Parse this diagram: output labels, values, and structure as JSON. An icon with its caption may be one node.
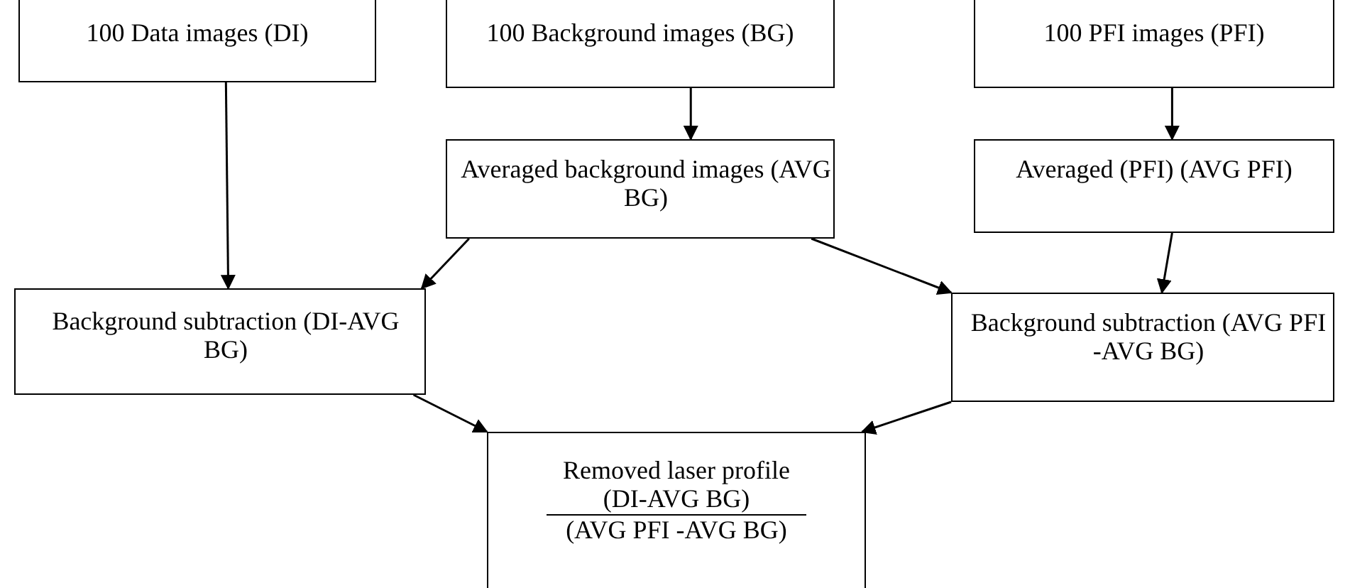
{
  "diagram": {
    "nodes": [
      {
        "text": [
          "100 Data images (DI)"
        ]
      },
      {
        "text": [
          "100 Background images (BG)"
        ]
      },
      {
        "text": [
          "100 PFI images (PFI)"
        ]
      },
      {
        "text": [
          "Averaged background images (AVG BG)"
        ]
      },
      {
        "text": [
          "Averaged (PFI) (AVG PFI)"
        ]
      },
      {
        "text": [
          "Background subtraction (DI-AVG BG)"
        ]
      },
      {
        "text": [
          "Background subtraction (AVG PFI -AVG BG)"
        ]
      },
      {
        "text": [
          "Removed laser profile",
          "(DI-AVG BG)",
          "(AVG PFI -AVG BG)"
        ]
      }
    ],
    "edges": [
      {
        "from": 0,
        "to": 5,
        "arrow": "to"
      },
      {
        "from": 1,
        "to": 3,
        "arrow": "to"
      },
      {
        "from": 2,
        "to": 4,
        "arrow": "to"
      },
      {
        "from": 3,
        "to": 5,
        "arrow": "to"
      },
      {
        "from": 3,
        "to": 6,
        "arrow": "to"
      },
      {
        "from": 4,
        "to": 6,
        "arrow": "to"
      },
      {
        "from": 5,
        "to": 7,
        "arrow": "to"
      },
      {
        "from": 6,
        "to": 7,
        "arrow": "to"
      }
    ]
  }
}
